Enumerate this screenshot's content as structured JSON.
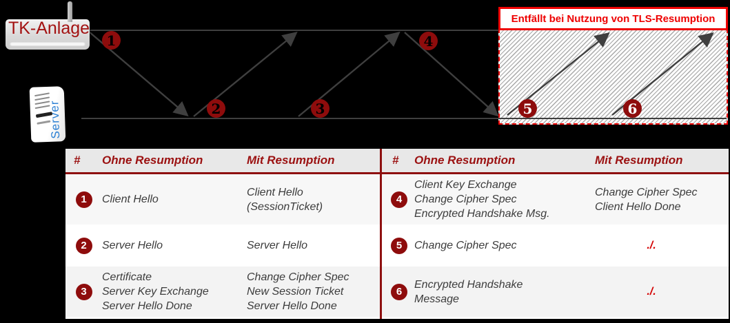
{
  "diagram": {
    "tk_label": "TK-Anlage",
    "server_label": "Server",
    "note": "Entfällt bei Nutzung von TLS-Resumption",
    "badges": [
      "1",
      "2",
      "3",
      "4",
      "5",
      "6"
    ],
    "colors": {
      "background": "#000000",
      "dark_red": "#8e0c0c",
      "bright_red": "#ee0000",
      "arrow_gray": "#3f3f3f",
      "server_blue": "#2a7fd4"
    }
  },
  "table": {
    "headers": {
      "num": "#",
      "ohne": "Ohne Resumption",
      "mit": "Mit Resumption"
    },
    "rows": [
      {
        "num": "1",
        "ohne": "Client Hello",
        "mit": "Client Hello\n(SessionTicket)"
      },
      {
        "num": "2",
        "ohne": "Server Hello",
        "mit": "Server Hello"
      },
      {
        "num": "3",
        "ohne": "Certificate\nServer Key Exchange\nServer Hello Done",
        "mit": "Change Cipher Spec\nNew Session Ticket\nServer Hello Done"
      },
      {
        "num": "4",
        "ohne": "Client Key Exchange\nChange Cipher Spec\nEncrypted Handshake Msg.",
        "mit": "Change Cipher Spec\nClient Hello Done"
      },
      {
        "num": "5",
        "ohne": "Change Cipher Spec",
        "mit": "./."
      },
      {
        "num": "6",
        "ohne": "Encrypted Handshake\nMessage",
        "mit": "./."
      }
    ]
  }
}
